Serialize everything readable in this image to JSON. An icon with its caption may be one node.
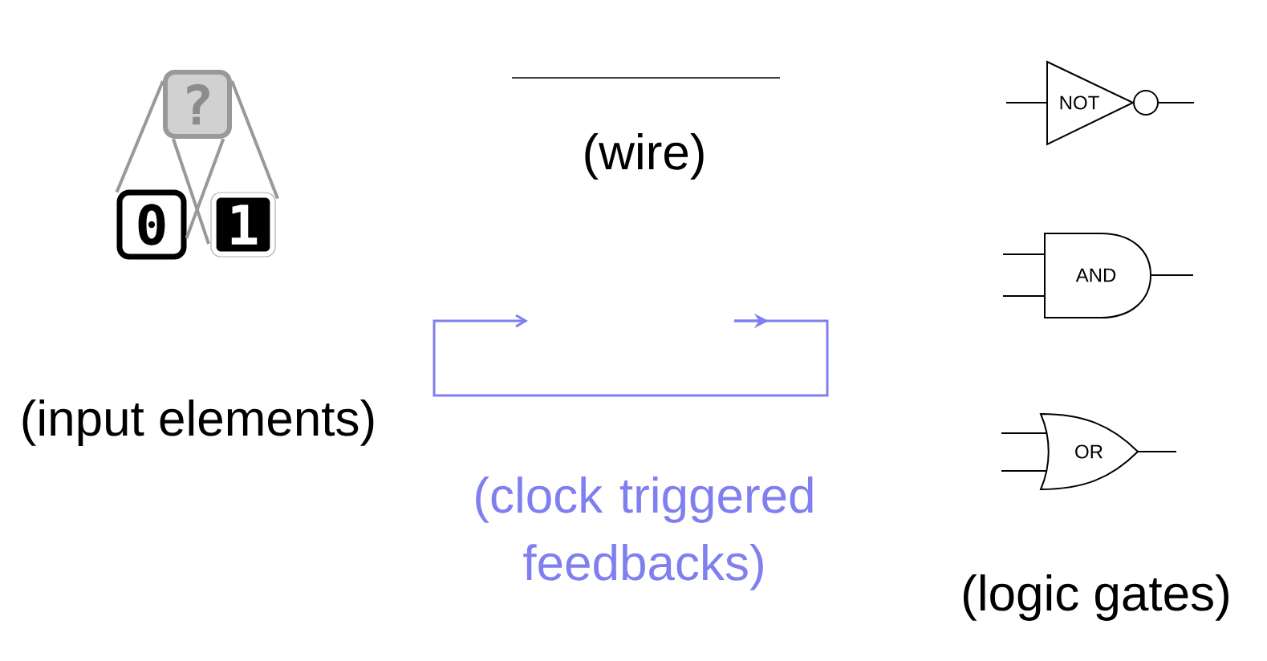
{
  "diagram": {
    "nodes": [
      {
        "text": [
          "?"
        ]
      },
      {
        "text": [
          "0"
        ]
      },
      {
        "text": [
          "1"
        ]
      },
      {
        "text": [
          "NOT"
        ]
      },
      {
        "text": [
          "AND"
        ]
      },
      {
        "text": [
          "OR"
        ]
      }
    ],
    "edges": [
      {
        "from": 0,
        "to": 1,
        "arrow": "none"
      },
      {
        "from": 0,
        "to": 2,
        "arrow": "none"
      },
      {
        "from": 0,
        "to": 1,
        "arrow": "none"
      },
      {
        "from": 0,
        "to": 2,
        "arrow": "none"
      }
    ],
    "labels": [
      "(wire)",
      "(input elements)",
      "(clock triggered feedbacks)",
      "(logic gates)"
    ]
  }
}
